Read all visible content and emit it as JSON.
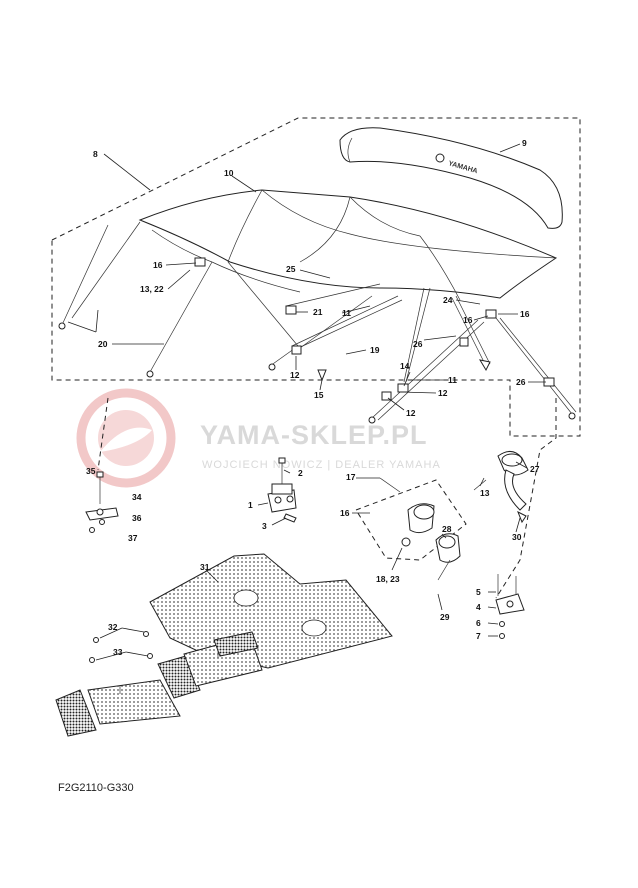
{
  "diagram": {
    "figure_code": "F2G2110-G330",
    "watermark": {
      "title": "YAMA-SKLEP.PL",
      "subtitle": "WOJCIECH NOWICZ | DEALER YAMAHA"
    },
    "cover_logo_text": "YAMAHA",
    "callouts": {
      "c1": "1",
      "c2": "2",
      "c3": "3",
      "c4": "4",
      "c5": "5",
      "c6": "6",
      "c7": "7",
      "c8": "8",
      "c9": "9",
      "c10": "10",
      "c11a": "11",
      "c11b": "11",
      "c12a": "12",
      "c12b": "12",
      "c12c": "12",
      "c13": "13",
      "c13_22": "13, 22",
      "c14": "14",
      "c15": "15",
      "c16a": "16",
      "c16b": "16",
      "c16c": "16",
      "c16d": "16",
      "c17": "17",
      "c18_23": "18, 23",
      "c19": "19",
      "c20": "20",
      "c21": "21",
      "c24": "24",
      "c25": "25",
      "c26a": "26",
      "c26b": "26",
      "c27": "27",
      "c28": "28",
      "c29": "29",
      "c30": "30",
      "c31": "31",
      "c32": "32",
      "c33": "33",
      "c34": "34",
      "c35": "35",
      "c36": "36",
      "c37": "37"
    }
  }
}
